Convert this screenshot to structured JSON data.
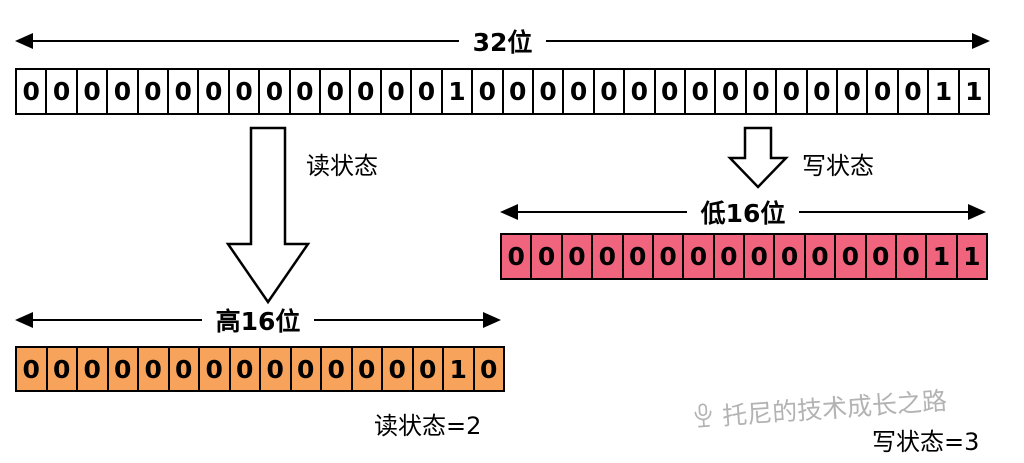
{
  "diagram": {
    "top_span_label": "32位",
    "read_arrow_label": "读状态",
    "write_arrow_label": "写状态",
    "low_span_label": "低16位",
    "high_span_label": "高16位",
    "read_result": "读状态=2",
    "write_result": "写状态=3"
  },
  "rows": {
    "bits32": [
      "0",
      "0",
      "0",
      "0",
      "0",
      "0",
      "0",
      "0",
      "0",
      "0",
      "0",
      "0",
      "0",
      "0",
      "1",
      "0",
      "0",
      "0",
      "0",
      "0",
      "0",
      "0",
      "0",
      "0",
      "0",
      "0",
      "0",
      "0",
      "0",
      "0",
      "1",
      "1"
    ],
    "low16": [
      "0",
      "0",
      "0",
      "0",
      "0",
      "0",
      "0",
      "0",
      "0",
      "0",
      "0",
      "0",
      "0",
      "0",
      "1",
      "1"
    ],
    "high16": [
      "0",
      "0",
      "0",
      "0",
      "0",
      "0",
      "0",
      "0",
      "0",
      "0",
      "0",
      "0",
      "0",
      "0",
      "1",
      "0"
    ]
  },
  "colors": {
    "bits32_fill": "#FFFFFF",
    "low16_fill": "#F1647E",
    "high16_fill": "#F8A35C"
  },
  "watermark": {
    "text": "托尼的技术成长之路",
    "icon": "microphone-icon",
    "color": "#B3B3B3"
  }
}
